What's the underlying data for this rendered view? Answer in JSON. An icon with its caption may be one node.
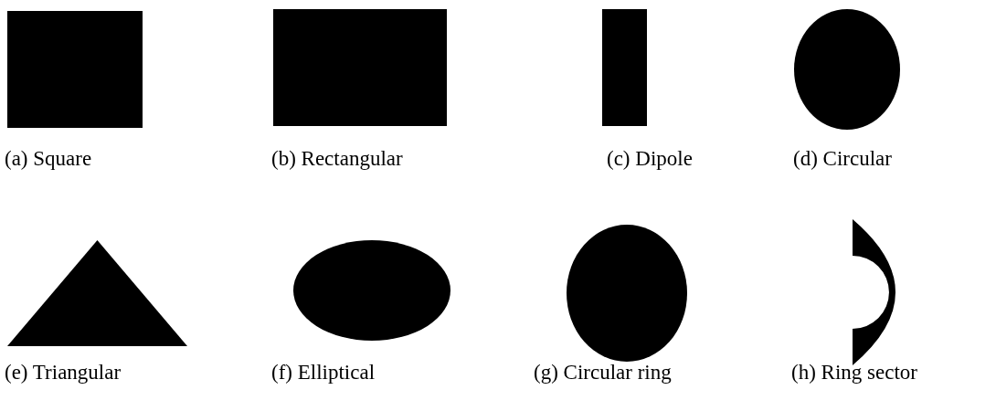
{
  "diagram": {
    "nodes": [
      {
        "text": [],
        "shape": "box",
        "beside": [
          "(a) Square"
        ]
      },
      {
        "text": [],
        "shape": "box",
        "beside": [
          "(b) Rectangular"
        ]
      },
      {
        "text": [],
        "shape": "bar",
        "beside": [
          "(c) Dipole"
        ]
      },
      {
        "text": [],
        "shape": "circle",
        "beside": [
          "(d) Circular"
        ]
      },
      {
        "text": [],
        "shape": "triangle",
        "beside": [
          "(e) Triangular"
        ]
      },
      {
        "text": [],
        "shape": "ellipse",
        "beside": [
          "(f) Elliptical"
        ]
      },
      {
        "text": [],
        "shape": "circle",
        "beside": [
          "(g) Circular ring"
        ]
      },
      {
        "text": [],
        "shape": "arc",
        "beside": [
          "(h) Ring sector"
        ]
      }
    ]
  }
}
